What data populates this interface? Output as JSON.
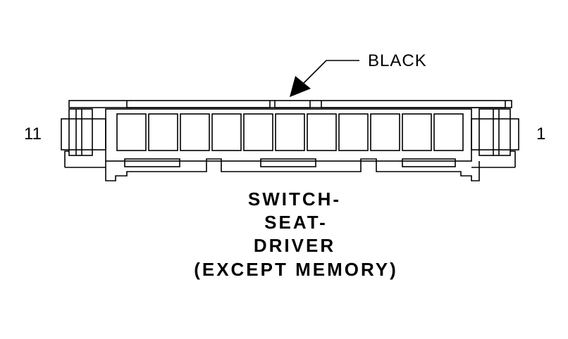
{
  "callout": {
    "color_label": "BLACK"
  },
  "pins": {
    "left": "11",
    "right": "1"
  },
  "cavity_count": 11,
  "title": {
    "line1": "SWITCH-",
    "line2": "SEAT-",
    "line3": "DRIVER",
    "line4": "(EXCEPT MEMORY)"
  },
  "colors": {
    "ink": "#000000",
    "background": "#ffffff"
  }
}
